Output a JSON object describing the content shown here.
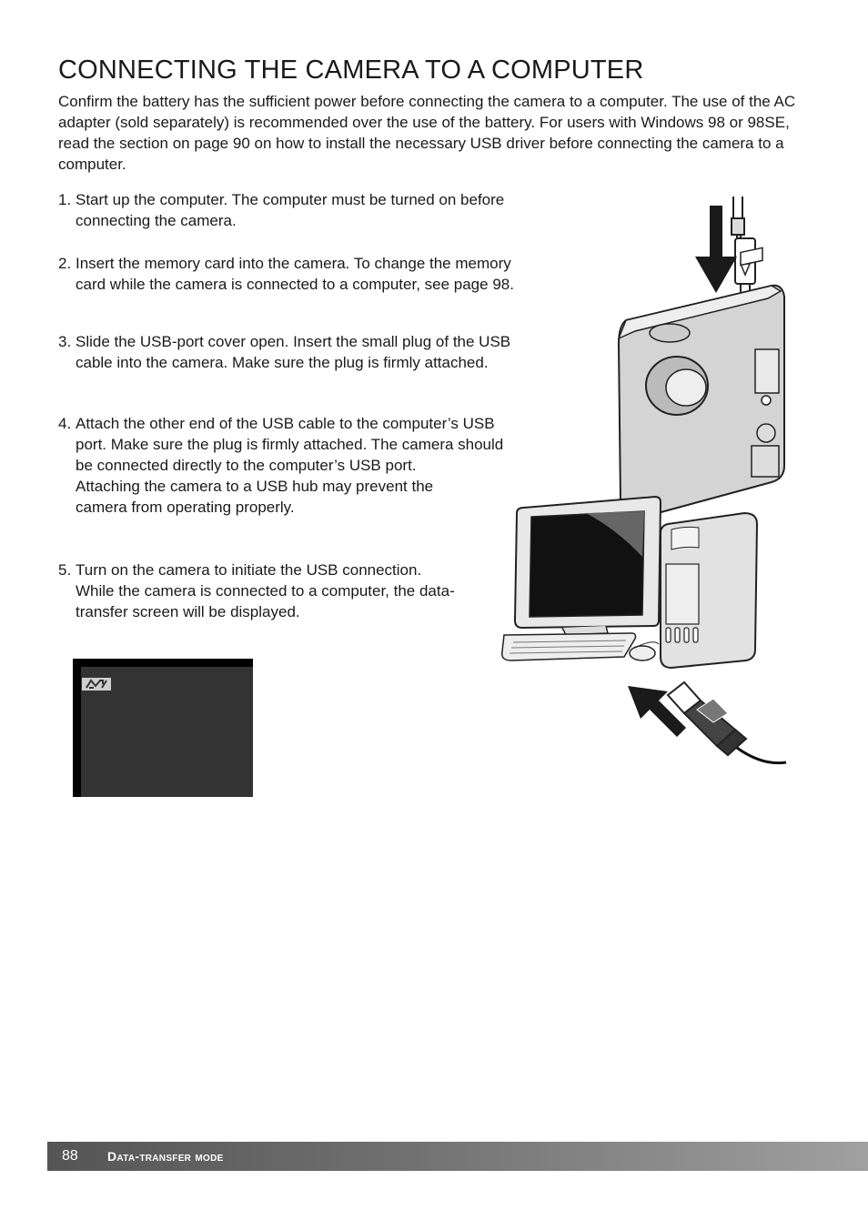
{
  "page": {
    "title": "CONNECTING THE CAMERA TO A COMPUTER",
    "intro": "Confirm the battery has the sufficient power before connecting the camera to a computer. The use of the AC adapter (sold separately) is recommended over the use of the battery. For users with Windows 98 or 98SE, read the section on page 90 on how to install the necessary USB driver before connecting the camera to a computer."
  },
  "steps": [
    {
      "num": "1.",
      "lines": [
        "Start up the computer. The computer must be turned on before",
        "connecting the camera."
      ]
    },
    {
      "num": "2.",
      "lines": [
        "Insert the memory card into the camera. To change the memory",
        "card while the camera is connected to a computer, see page 98."
      ]
    },
    {
      "num": "3.",
      "lines": [
        "Slide the USB-port cover open. Insert the small plug of the USB",
        "cable into the camera. Make sure the plug is firmly attached."
      ]
    },
    {
      "num": "4.",
      "lines": [
        "Attach the other end of the USB cable to the computer’s USB",
        "port. Make sure the plug is firmly attached. The camera should",
        "be connected directly to the computer’s USB port.",
        "Attaching the camera to a USB hub may prevent the",
        "camera from operating properly."
      ]
    },
    {
      "num": "5.",
      "lines": [
        "Turn on the camera to initiate the USB connection.",
        "While the camera is connected to a computer, the data-",
        "transfer screen will be displayed."
      ]
    }
  ],
  "footer": {
    "page_number": "88",
    "section": "Data-transfer mode"
  },
  "icons": {
    "lcd_icon": "data-transfer-icon"
  }
}
